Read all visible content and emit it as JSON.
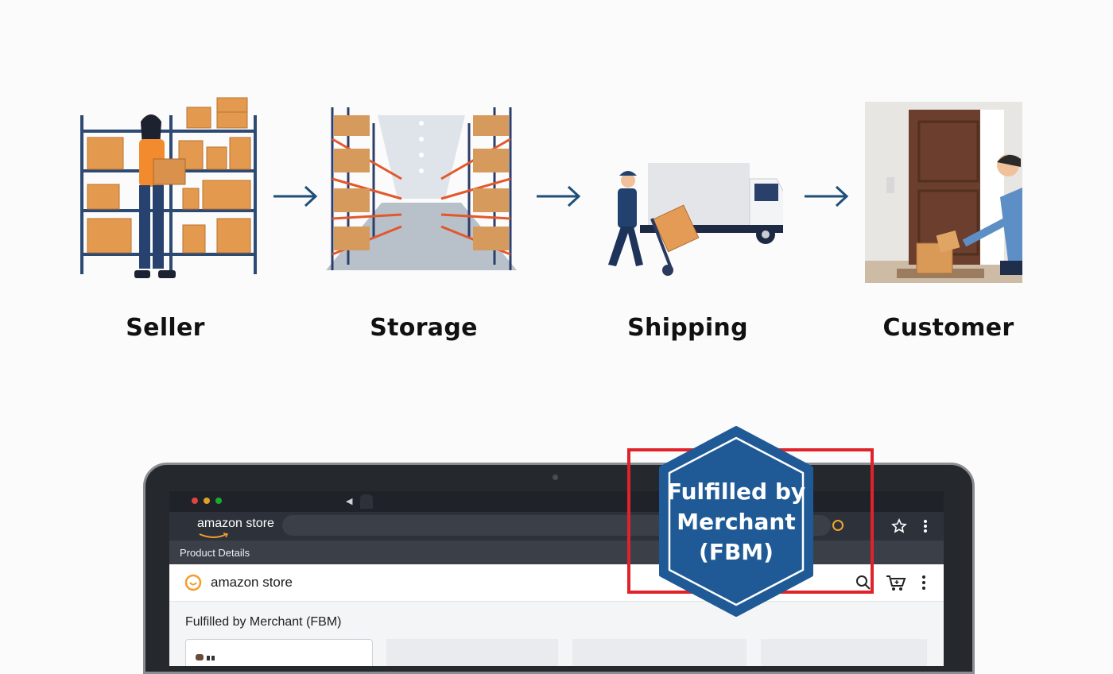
{
  "flow": {
    "steps": [
      {
        "label": "Seller",
        "icon": "seller-illustration"
      },
      {
        "label": "Storage",
        "icon": "warehouse-illustration"
      },
      {
        "label": "Shipping",
        "icon": "delivery-truck-illustration"
      },
      {
        "label": "Customer",
        "icon": "customer-door-illustration"
      }
    ],
    "arrow_icon": "arrow-right-icon",
    "arrow_color": "#1f4e79"
  },
  "browser": {
    "brand": "amazon store",
    "subbar_title": "Product Details",
    "site_name": "amazon store",
    "section_title": "Fulfilled by Merchant (FBM)",
    "window_dots": [
      "#e0443e",
      "#dea123",
      "#1aab29"
    ]
  },
  "badge": {
    "lines": [
      "Fulfilled by",
      "Merchant",
      "(FBM)"
    ],
    "color": "#1f5a96",
    "highlight_color": "#e0232a"
  }
}
